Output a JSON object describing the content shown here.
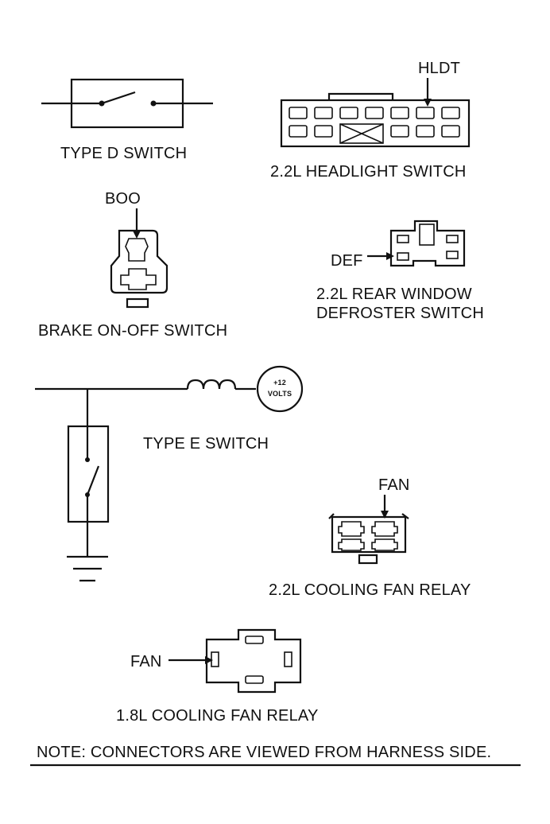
{
  "type_d_switch": {
    "caption": "TYPE D SWITCH"
  },
  "headlight_switch": {
    "pin_label": "HLDT",
    "caption": "2.2L HEADLIGHT SWITCH"
  },
  "brake_switch": {
    "pin_label": "BOO",
    "caption": "BRAKE ON-OFF SWITCH"
  },
  "defroster_switch": {
    "pin_label": "DEF",
    "caption_line1": "2.2L REAR WINDOW",
    "caption_line2": "DEFROSTER SWITCH"
  },
  "type_e_switch": {
    "caption": "TYPE E SWITCH",
    "source_line1": "+12",
    "source_line2": "VOLTS"
  },
  "cooling_fan_relay_22": {
    "pin_label": "FAN",
    "caption": "2.2L COOLING FAN RELAY"
  },
  "cooling_fan_relay_18": {
    "pin_label": "FAN",
    "caption": "1.8L COOLING FAN RELAY"
  },
  "note": "NOTE: CONNECTORS ARE VIEWED FROM HARNESS SIDE."
}
